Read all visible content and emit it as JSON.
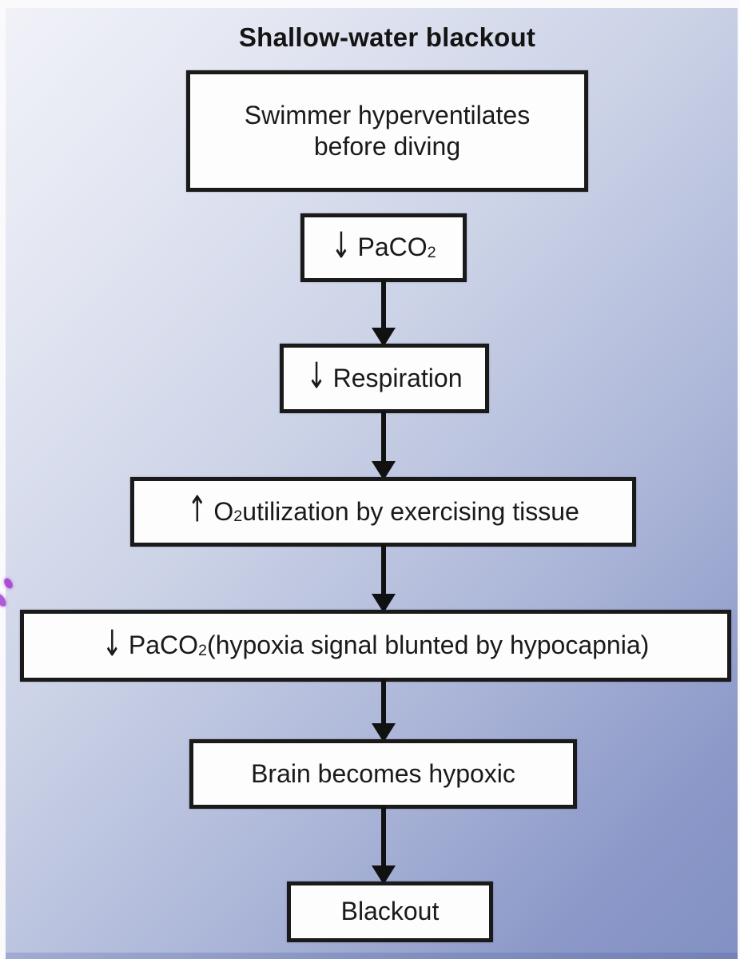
{
  "title": "Shallow-water blackout",
  "icons": {
    "decrease_arrow": "↓",
    "increase_arrow": "↑"
  },
  "boxes": [
    {
      "name": "swimmer-hyperventilates",
      "line1": "Swimmer hyperventilates",
      "line2": "before diving"
    },
    {
      "name": "paco2-decrease",
      "glyph": "↓",
      "glyph_meaning": "decreased",
      "text": "PaCO",
      "sub": "2"
    },
    {
      "name": "respiration-decrease",
      "glyph": "↓",
      "glyph_meaning": "decreased",
      "text": "Respiration"
    },
    {
      "name": "o2-utilization-increase",
      "glyph": "↑",
      "glyph_meaning": "increased",
      "text": "O",
      "sub": "2",
      "post": " utilization by exercising tissue"
    },
    {
      "name": "paco2-hypoxia-blunted",
      "glyph": "↓",
      "glyph_meaning": "decreased",
      "text": "PaCO",
      "sub": "2",
      "post": " (hypoxia signal blunted by hypocapnia)"
    },
    {
      "name": "brain-becomes-hypoxic",
      "text": "Brain becomes hypoxic"
    },
    {
      "name": "blackout",
      "text": "Blackout"
    }
  ],
  "flow_order": [
    "Swimmer hyperventilates before diving",
    "↓ PaCO2",
    "↓ Respiration",
    "↑ O2 utilization by exercising tissue",
    "↓ PaCO2 (hypoxia signal blunted by hypocapnia)",
    "Brain becomes hypoxic",
    "Blackout"
  ],
  "colors": {
    "background_gradient_start": "#f1f2f8",
    "background_gradient_end": "#8290c3",
    "box_background": "#fdfdfe",
    "box_border": "#1a1a1a",
    "text": "#1a1a1a",
    "arrow": "#111111",
    "pen_mark": "#a94fd2",
    "page_edge": "#fafafc"
  }
}
